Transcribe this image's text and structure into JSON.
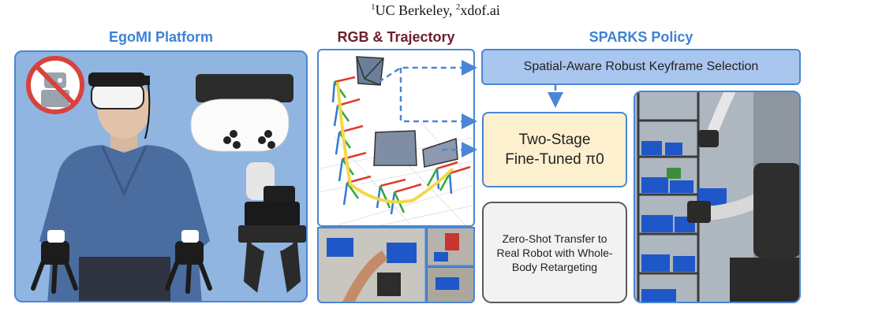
{
  "header": {
    "affiliation_1_sup": "1",
    "affiliation_1": "UC Berkeley, ",
    "affiliation_2_sup": "2",
    "affiliation_2": "xdof.ai"
  },
  "sections": {
    "egomi_title": "EgoMI Platform",
    "rgb_title": "RGB & Trajectory",
    "sparks_title": "SPARKS Policy"
  },
  "boxes": {
    "keyframe": "Spatial-Aware Robust Keyframe Selection",
    "policy_line1": "Two-Stage",
    "policy_line2": "Fine-Tuned π0",
    "transfer": "Zero-Shot Transfer to Real Robot with Whole-Body Retargeting"
  },
  "colors": {
    "accent_blue": "#3f82d4",
    "title_maroon": "#6b1f2e",
    "keyframe_fill": "#a9c6ee",
    "policy_fill": "#fdf0cf",
    "transfer_fill": "#f2f2f2"
  },
  "icons": {
    "no_robot": "no-robot-icon"
  }
}
